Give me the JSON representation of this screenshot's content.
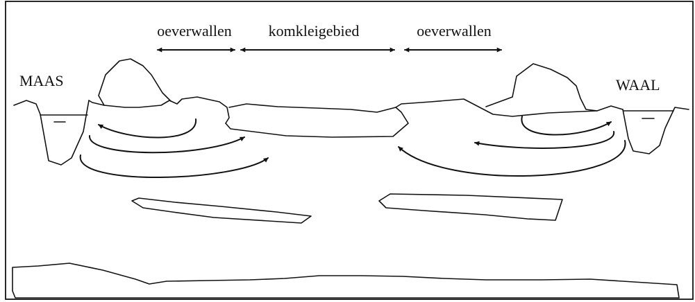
{
  "labels": {
    "oeverwallen_left": "oeverwallen",
    "komkleigebied": "komkleigebied",
    "oeverwallen_right": "oeverwallen",
    "river_left": "MAAS",
    "river_right": "WAAL"
  },
  "colors": {
    "line": "#111111",
    "background": "#ffffff"
  }
}
